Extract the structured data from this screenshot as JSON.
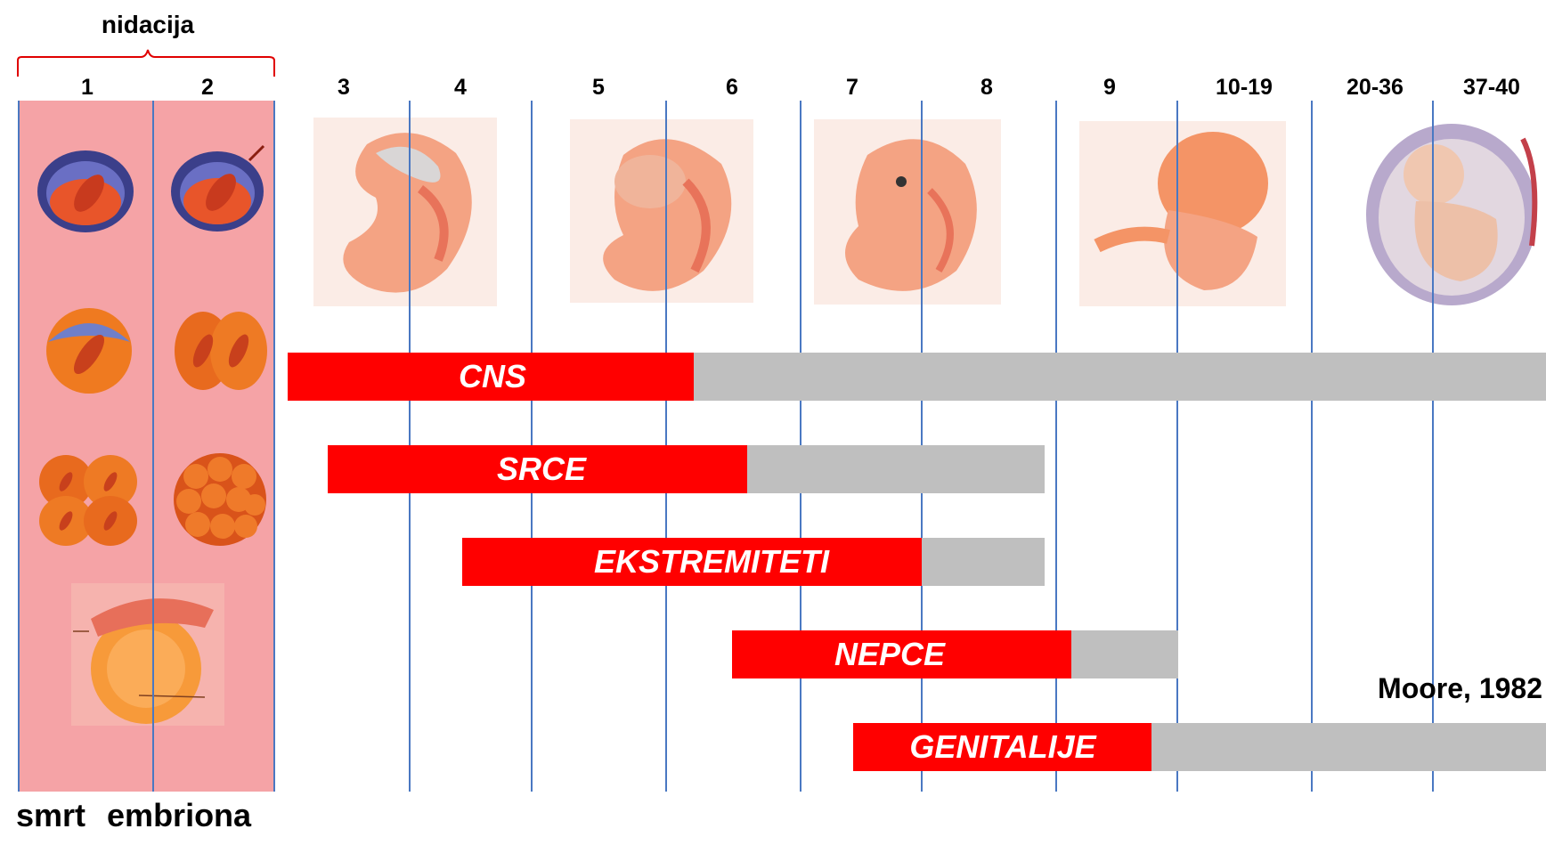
{
  "header": {
    "implantation_label": "nidacija"
  },
  "weeks": [
    "1",
    "2",
    "3",
    "4",
    "5",
    "6",
    "7",
    "8",
    "9",
    "10-19",
    "20-36",
    "37-40"
  ],
  "footer": {
    "caption": "smrt  embriona"
  },
  "credit": "Moore, 1982",
  "bars": [
    {
      "label": "CNS"
    },
    {
      "label": "SRCE"
    },
    {
      "label": "EKSTREMITETI"
    },
    {
      "label": "NEPCE"
    },
    {
      "label": "GENITALIJE"
    }
  ],
  "colors": {
    "critical": "#ff0000",
    "less_sensitive": "#bfbfbf",
    "pre_implantation_zone": "#f5a3a6",
    "week_divider": "#4a78c2"
  },
  "illustrations": [
    "zygote-icon",
    "two-cell-icon",
    "four-cell-icon",
    "morula-icon",
    "blastocyst-icon",
    "embryo-week-3-4",
    "embryo-week-5-6",
    "embryo-week-7-8",
    "fetus-week-9-19",
    "fetus-in-womb-20-40"
  ]
}
